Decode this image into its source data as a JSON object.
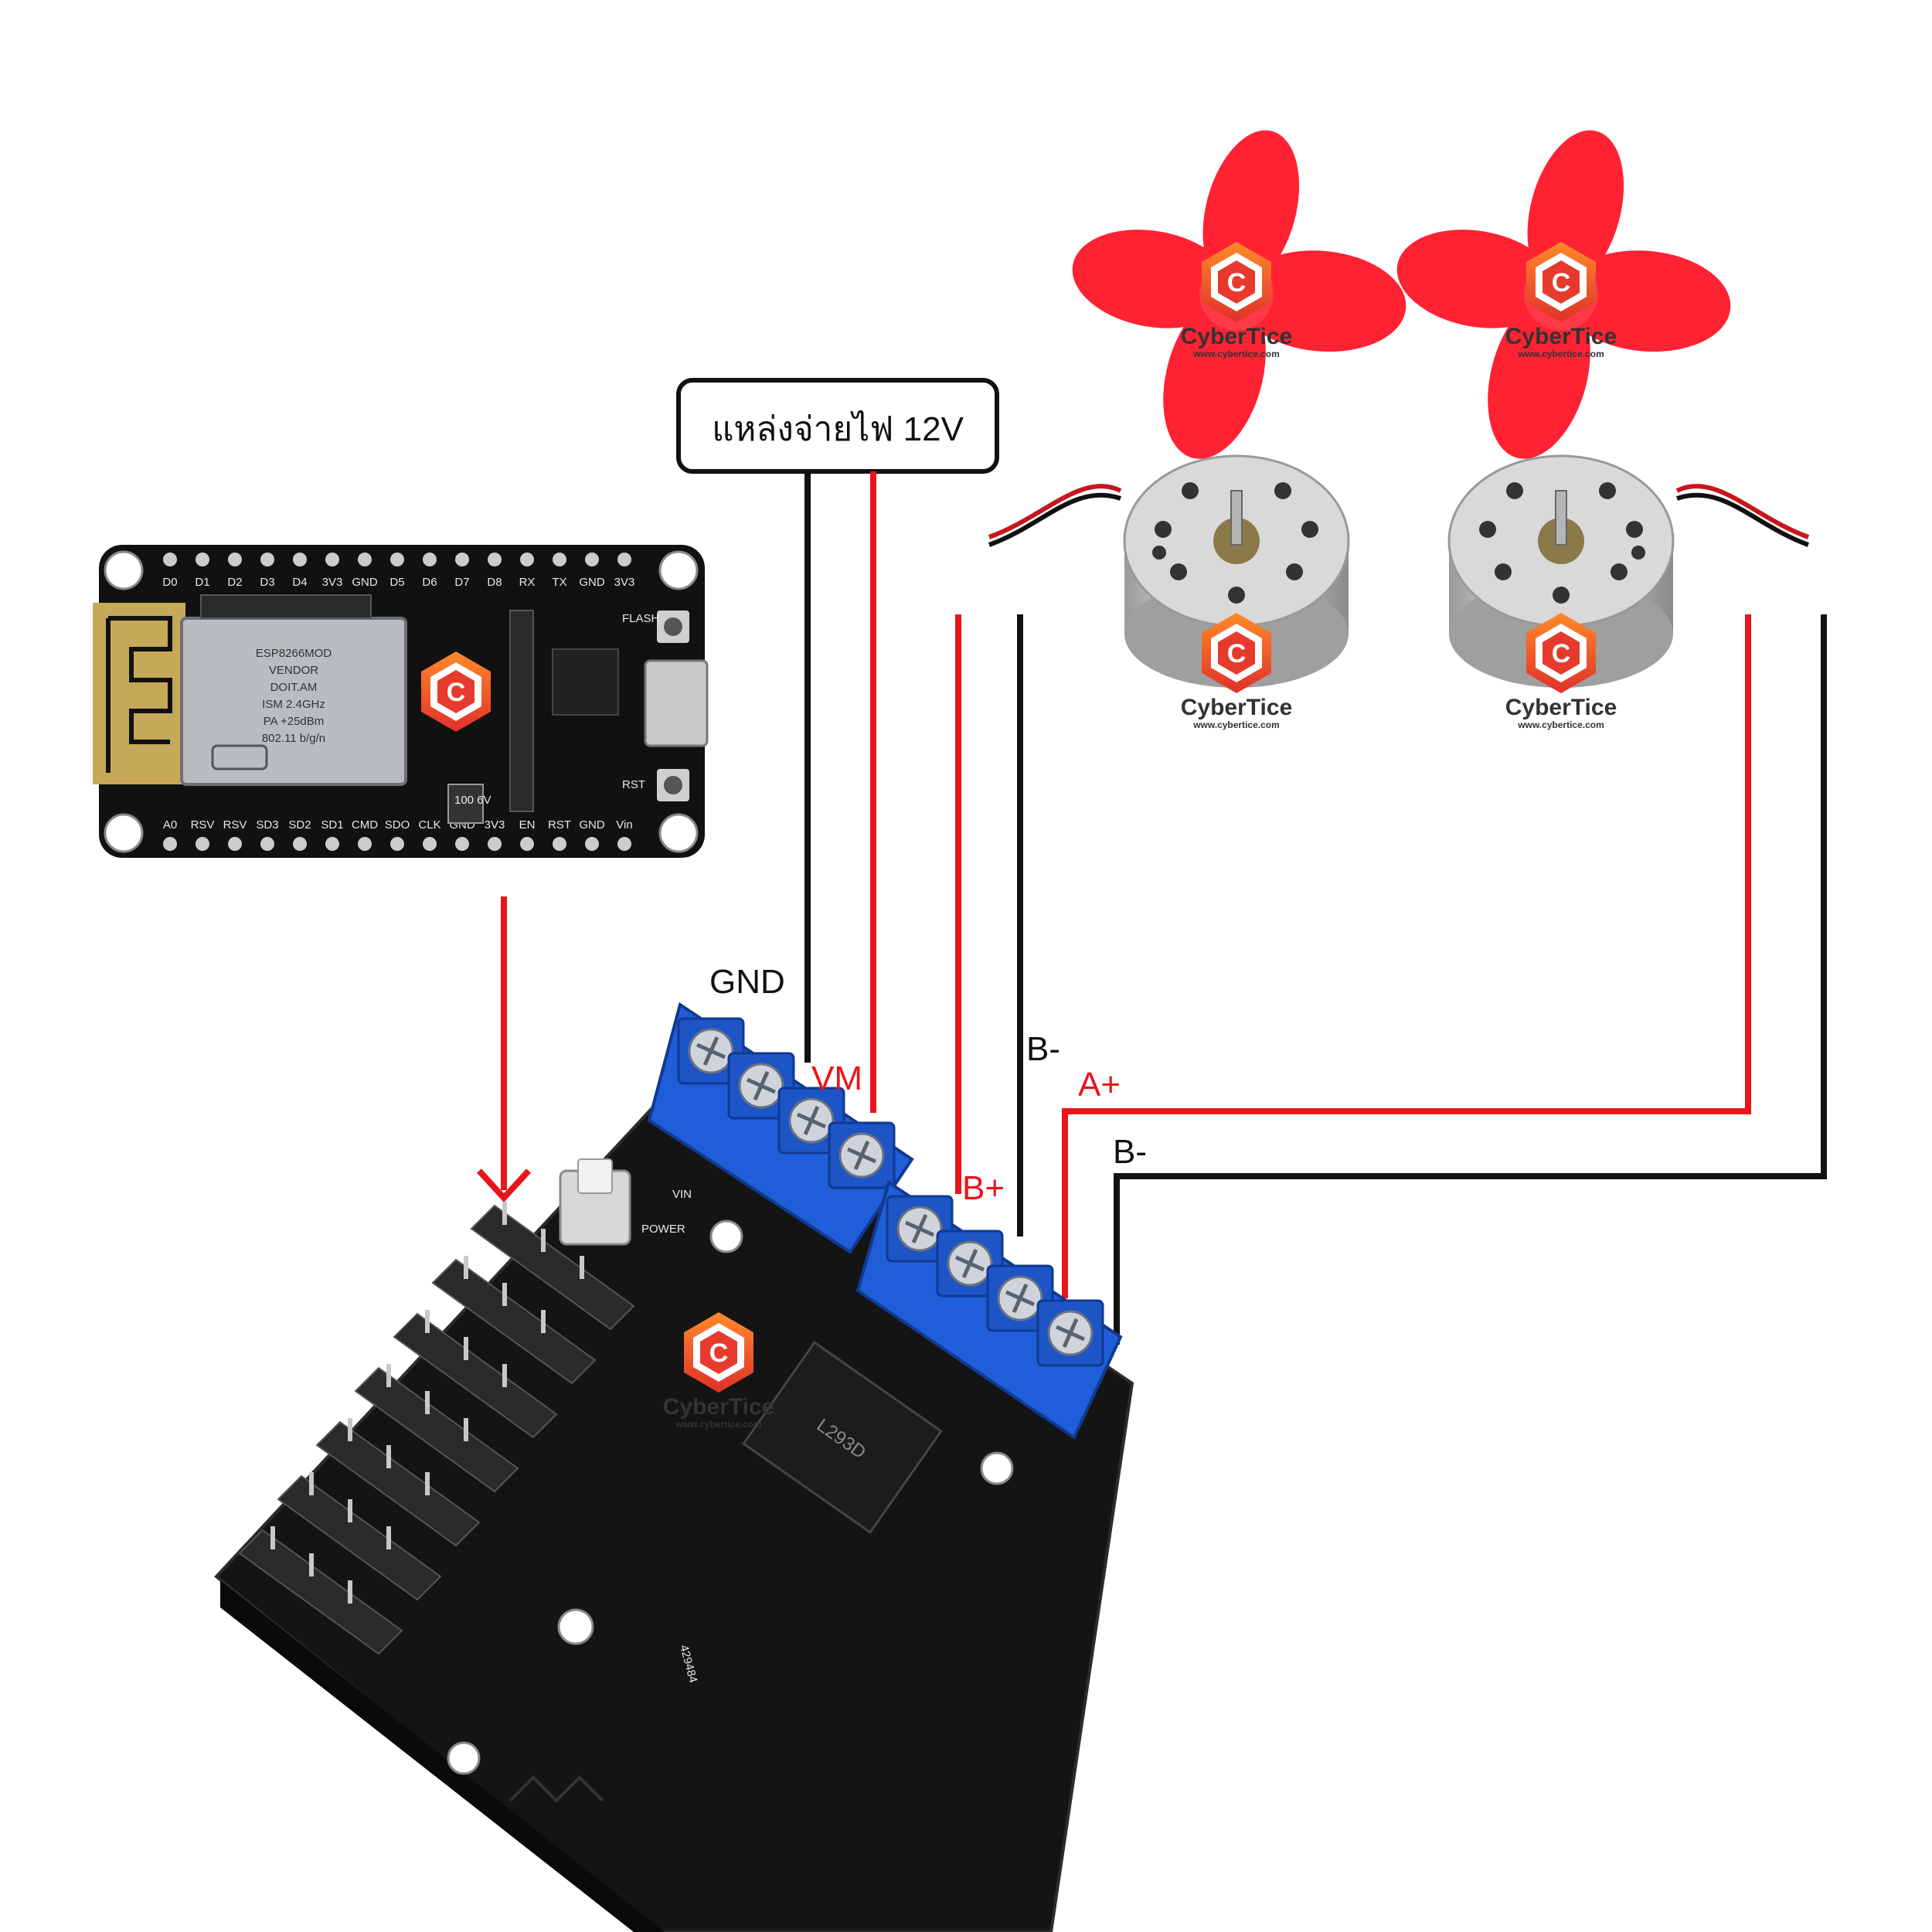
{
  "power_supply": {
    "label": "แหล่งจ่ายไฟ 12V"
  },
  "wire_labels": {
    "gnd": "GND",
    "vm": "VM",
    "b_plus": "B+",
    "b_minus_1": "B-",
    "a_plus": "A+",
    "b_minus_2": "B-"
  },
  "nodemcu": {
    "top_pins": [
      "D0",
      "D1",
      "D2",
      "D3",
      "D4",
      "3V3",
      "GND",
      "D5",
      "D6",
      "D7",
      "D8",
      "RX",
      "TX",
      "GND",
      "3V3"
    ],
    "bottom_pins": [
      "A0",
      "RSV",
      "RSV",
      "SD3",
      "SD2",
      "SD1",
      "CMD",
      "SDO",
      "CLK",
      "GND",
      "3V3",
      "EN",
      "RST",
      "GND",
      "Vin"
    ],
    "module_lines": [
      "ESP8266MOD",
      "VENDOR",
      "DOIT.AM",
      "ISM 2.4GHz",
      "PA +25dBm",
      "802.11 b/g/n"
    ],
    "flash_label": "FLASH",
    "rst_label": "RST",
    "cap_label": "100\n6V"
  },
  "motor_shield": {
    "chip_label": "L293D",
    "power_label": "POWER",
    "vin_label": "VIN",
    "code": "429484"
  },
  "watermark": {
    "brand": "CyberTice",
    "url": "www.cybertice.com"
  },
  "colors": {
    "red_wire": "#e8151b",
    "black_wire": "#111111",
    "terminal_blue": "#1f5ed8",
    "fan_red": "#ff2233",
    "board_black": "#111111"
  },
  "icons": [
    "fan-blade-icon",
    "dc-motor-icon",
    "screw-terminal-icon",
    "arrow-down-icon",
    "cybertice-logo-icon"
  ]
}
